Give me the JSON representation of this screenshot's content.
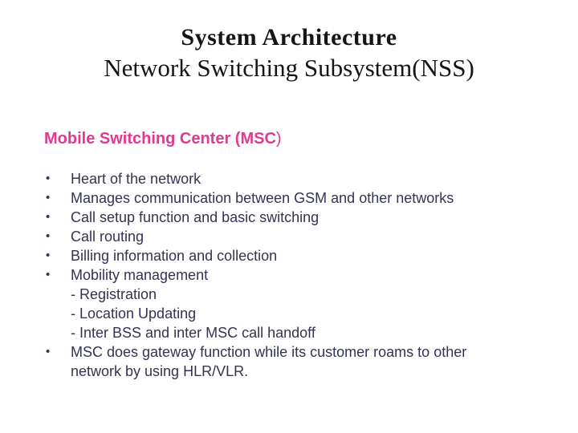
{
  "colors": {
    "background": "#ffffff",
    "title_text": "#151515",
    "accent_pink": "#e03a90",
    "body_text": "#333355"
  },
  "title": {
    "line1": "System Architecture",
    "line2": "Network Switching Subsystem(NSS)"
  },
  "section": {
    "heading_main": "Mobile Switching Center (MSC",
    "heading_close_paren": ")"
  },
  "list": {
    "bullet_glyph": "•",
    "items": [
      {
        "text": "Heart of the network"
      },
      {
        "text": "Manages communication between GSM and other networks"
      },
      {
        "text": "Call setup function and basic switching"
      },
      {
        "text": "Call routing"
      },
      {
        "text": "Billing information and collection"
      },
      {
        "text": "Mobility management",
        "sub_items": [
          "- Registration",
          "- Location Updating",
          "- Inter BSS and inter MSC call handoff"
        ]
      },
      {
        "text": "MSC does gateway function while its customer roams to other network by using HLR/VLR."
      }
    ]
  }
}
